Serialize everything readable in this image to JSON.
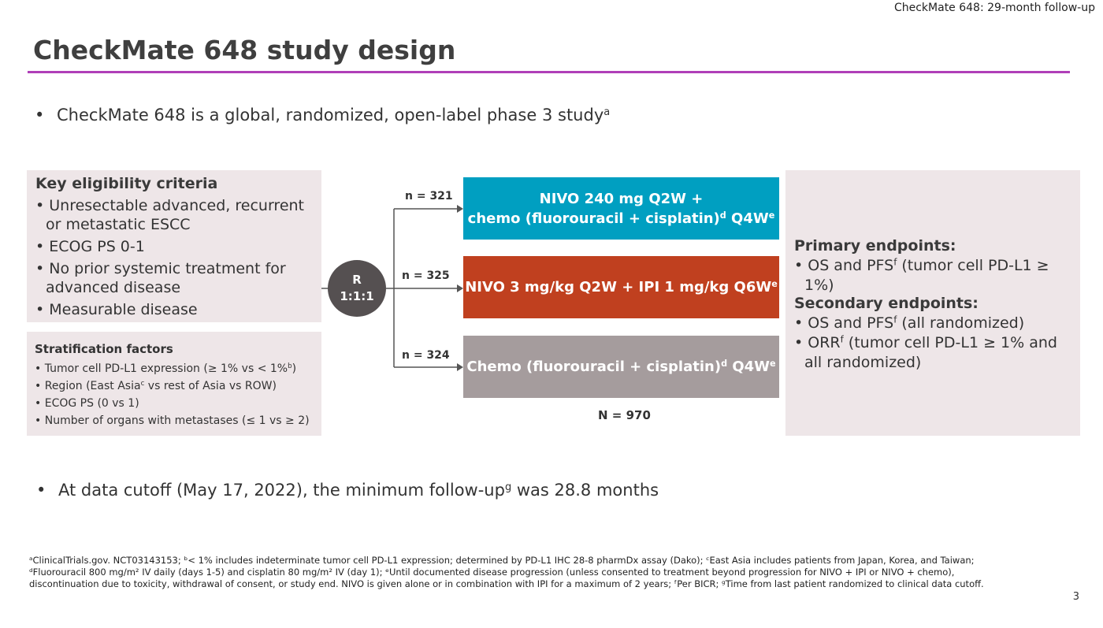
{
  "header_tag": "CheckMate 648: 29-month follow-up",
  "title": "CheckMate 648 study design",
  "bullet1": {
    "text": "CheckMate 648 is a global, randomized, open-label phase 3 study",
    "sup": "a"
  },
  "eligibility": {
    "heading": "Key eligibility criteria",
    "items": [
      "Unresectable advanced, recurrent or metastatic ESCC",
      "ECOG PS 0-1",
      "No prior systemic treatment for advanced disease",
      "Measurable disease"
    ]
  },
  "stratification": {
    "heading": "Stratification factors",
    "items": [
      "Tumor cell PD-L1 expression (≥ 1% vs < 1%",
      "Region (East Asia",
      "ECOG PS (0 vs 1)",
      "Number of organs with metastases (≤ 1 vs ≥ 2)"
    ],
    "item1_sup": "b",
    "item1_tail": ")",
    "item2_sup": "c",
    "item2_tail": " vs rest of Asia vs ROW)"
  },
  "randomization": {
    "line1": "R",
    "line2": "1:1:1"
  },
  "arms": [
    {
      "n": "n = 321",
      "line1": "NIVO 240 mg Q2W +",
      "line2a": "chemo (fluorouracil + cisplatin)",
      "sup_d": "d",
      "line2b": " Q4W",
      "sup_e": "e",
      "color": "#009fc1"
    },
    {
      "n": "n = 325",
      "line1a": "NIVO 3 mg/kg Q2W + IPI 1 mg/kg Q6W",
      "sup_e": "e",
      "color": "#c0401f"
    },
    {
      "n": "n = 324",
      "line1a": "Chemo (fluorouracil + cisplatin)",
      "sup_d": "d",
      "line1b": " Q4W",
      "sup_e": "e",
      "color": "#a59c9d"
    }
  ],
  "total_n": "N = 970",
  "endpoints": {
    "primary_heading": "Primary endpoints:",
    "primary_items": [
      {
        "a": "OS and PFS",
        "sup": "f",
        "b": " (tumor cell PD-L1 ≥ 1%)"
      }
    ],
    "secondary_heading": "Secondary endpoints:",
    "secondary_items": [
      {
        "a": "OS and PFS",
        "sup": "f",
        "b": " (all randomized)"
      },
      {
        "a": "ORR",
        "sup": "f",
        "b": " (tumor cell PD-L1 ≥ 1% and all randomized)"
      }
    ]
  },
  "bullet2": {
    "text_a": "At data cutoff (May 17, 2022), the minimum follow-up",
    "sup": "g",
    "text_b": " was 28.8 months"
  },
  "footnote": "ᵃClinicalTrials.gov. NCT03143153; ᵇ< 1% includes indeterminate tumor cell PD-L1 expression; determined by PD-L1 IHC 28-8 pharmDx assay (Dako); ᶜEast Asia includes patients from Japan, Korea, and Taiwan; ᵈFluorouracil 800 mg/m² IV daily (days 1-5) and cisplatin 80 mg/m² IV (day 1); ᵉUntil documented disease progression (unless consented to treatment beyond progression for NIVO + IPI or NIVO + chemo), discontinuation due to toxicity, withdrawal of consent, or study end. NIVO is given alone or in combination with IPI for a maximum of 2 years; ᶠPer BICR; ᵍTime from last patient randomized to clinical data cutoff.",
  "page_number": "3",
  "colors": {
    "title_rule": "#b03fb8",
    "panel_bg": "#eee6e8",
    "circle": "#555051"
  }
}
